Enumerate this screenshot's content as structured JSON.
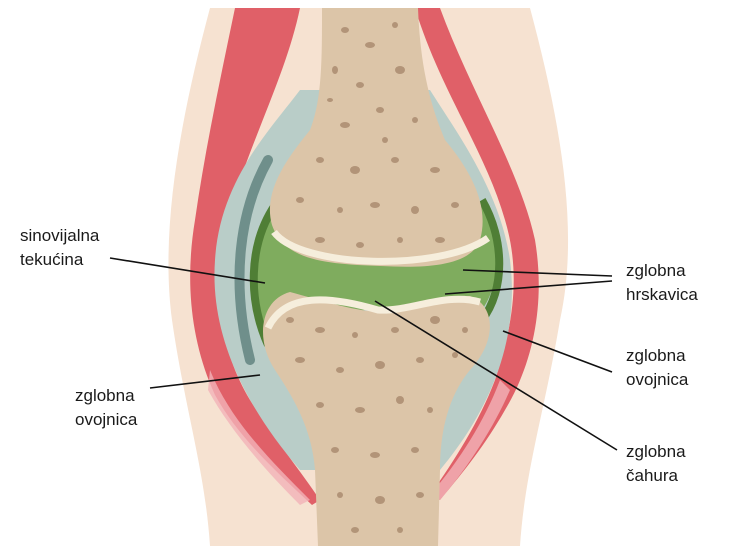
{
  "labels": {
    "synovial_fluid": [
      "sinovijalna",
      "tekućina"
    ],
    "cartilage": [
      "zglobna",
      "hrskavica"
    ],
    "membrane_left": [
      "zglobna",
      "ovojnica"
    ],
    "membrane_right": [
      "zglobna",
      "ovojnica"
    ],
    "capsule": [
      "zglobna",
      "čahura"
    ]
  },
  "colors": {
    "skin": "#f6e2d1",
    "muscle": "#e06068",
    "muscle_light": "#f3b3b8",
    "capsule": "#b9cdc8",
    "capsule_dark": "#6f8f8b",
    "fluid": "#7fac5e",
    "fluid_dark": "#4f7e35",
    "cartilage": "#f6eedc",
    "bone": "#dcc5a8",
    "bone_spot": "#a48468",
    "line": "#111111"
  }
}
